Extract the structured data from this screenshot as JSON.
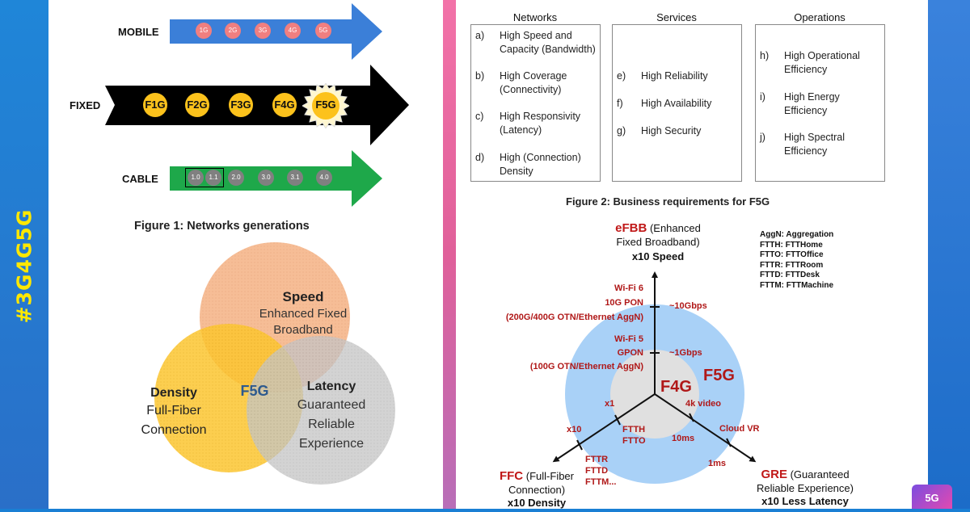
{
  "hashtag": "#3G4G5G",
  "figure1": {
    "caption": "Figure 1: Networks generations",
    "rows": [
      {
        "label": "MOBILE",
        "items": [
          "1G",
          "2G",
          "3G",
          "4G",
          "5G"
        ]
      },
      {
        "label": "FIXED",
        "items": [
          "F1G",
          "F2G",
          "F3G",
          "F4G",
          "F5G"
        ]
      },
      {
        "label": "CABLE",
        "items": [
          "1.0",
          "1.1",
          "2.0",
          "3.0",
          "3.1",
          "4.0"
        ]
      }
    ],
    "colors": {
      "mobile_arrow": "#3b7fd8",
      "fixed_arrow": "#000000",
      "cable_arrow": "#1ea84a",
      "mobile_pill": "#f07f80",
      "fixed_circle": "#fcc21c",
      "cable_circle": "#808080"
    }
  },
  "venn": {
    "speed_title": "Speed",
    "speed_sub1": "Enhanced Fixed",
    "speed_sub2": "Broadband",
    "density_title": "Density",
    "density_sub1": "Full-Fiber",
    "density_sub2": "Connection",
    "latency_title": "Latency",
    "latency_sub1": "Guaranteed",
    "latency_sub2": "Reliable",
    "latency_sub3": "Experience",
    "center": "F5G",
    "colors": {
      "speed": "#f4b183",
      "density": "#fcc530",
      "latency": "#bfbfbf",
      "center_text": "#2e5a8e"
    }
  },
  "figure2": {
    "caption": "Figure 2: Business requirements for F5G",
    "columns": [
      {
        "header": "Networks",
        "items": [
          {
            "k": "a)",
            "l1": "High Speed and",
            "l2": "Capacity (Bandwidth)"
          },
          {
            "k": "b)",
            "l1": "High Coverage",
            "l2": "(Connectivity)"
          },
          {
            "k": "c)",
            "l1": "High Responsivity",
            "l2": "(Latency)"
          },
          {
            "k": "d)",
            "l1": "High (Connection)",
            "l2": "Density"
          }
        ]
      },
      {
        "header": "Services",
        "items": [
          {
            "k": "e)",
            "l1": "High Reliability",
            "l2": ""
          },
          {
            "k": "f)",
            "l1": "High Availability",
            "l2": ""
          },
          {
            "k": "g)",
            "l1": "High Security",
            "l2": ""
          }
        ]
      },
      {
        "header": "Operations",
        "items": [
          {
            "k": "h)",
            "l1": "High Operational",
            "l2": "Efficiency"
          },
          {
            "k": "i)",
            "l1": "High Energy",
            "l2": "Efficiency"
          },
          {
            "k": "j)",
            "l1": "High Spectral",
            "l2": "Efficiency"
          }
        ]
      }
    ]
  },
  "diagram3": {
    "top_title": "eFBB",
    "top_rest": " (Enhanced",
    "top_l2": "Fixed Broadband)",
    "top_l3": "x10 Speed",
    "left_title": "FFC",
    "left_rest": " (Full-Fiber",
    "left_l2": "Connection)",
    "left_l3": "x10 Density",
    "right_title": "GRE",
    "right_rest": " (Guaranteed",
    "right_l2": "Reliable Experience)",
    "right_l3": "x10 Less Latency",
    "legend": [
      "AggN: Aggregation",
      "FTTH: FTTHome",
      "FTTO: FTTOffice",
      "FTTR: FTTRoom",
      "FTTD: FTTDesk",
      "FTTM: FTTMachine"
    ],
    "upper_labels": [
      "Wi-Fi 6",
      "10G PON",
      "(200G/400G OTN/Ethernet AggN)"
    ],
    "upper_speed": "~10Gbps",
    "lower_labels": [
      "Wi-Fi 5",
      "GPON",
      "(100G OTN/Ethernet AggN)"
    ],
    "lower_speed": "~1Gbps",
    "inner": "F4G",
    "outer": "F5G",
    "x1": "x1",
    "x10": "x10",
    "ftth": "FTTH",
    "ftto": "FTTO",
    "fttr": "FTTR",
    "fttd": "FTTD",
    "fttm": "FTTM...",
    "video": "4k video",
    "cloudvr": "Cloud VR",
    "ms10": "10ms",
    "ms1": "1ms",
    "colors": {
      "outer": "#a9d1f7",
      "inner": "#e0e0e0",
      "red": "#b01818"
    }
  },
  "badge": "5G"
}
